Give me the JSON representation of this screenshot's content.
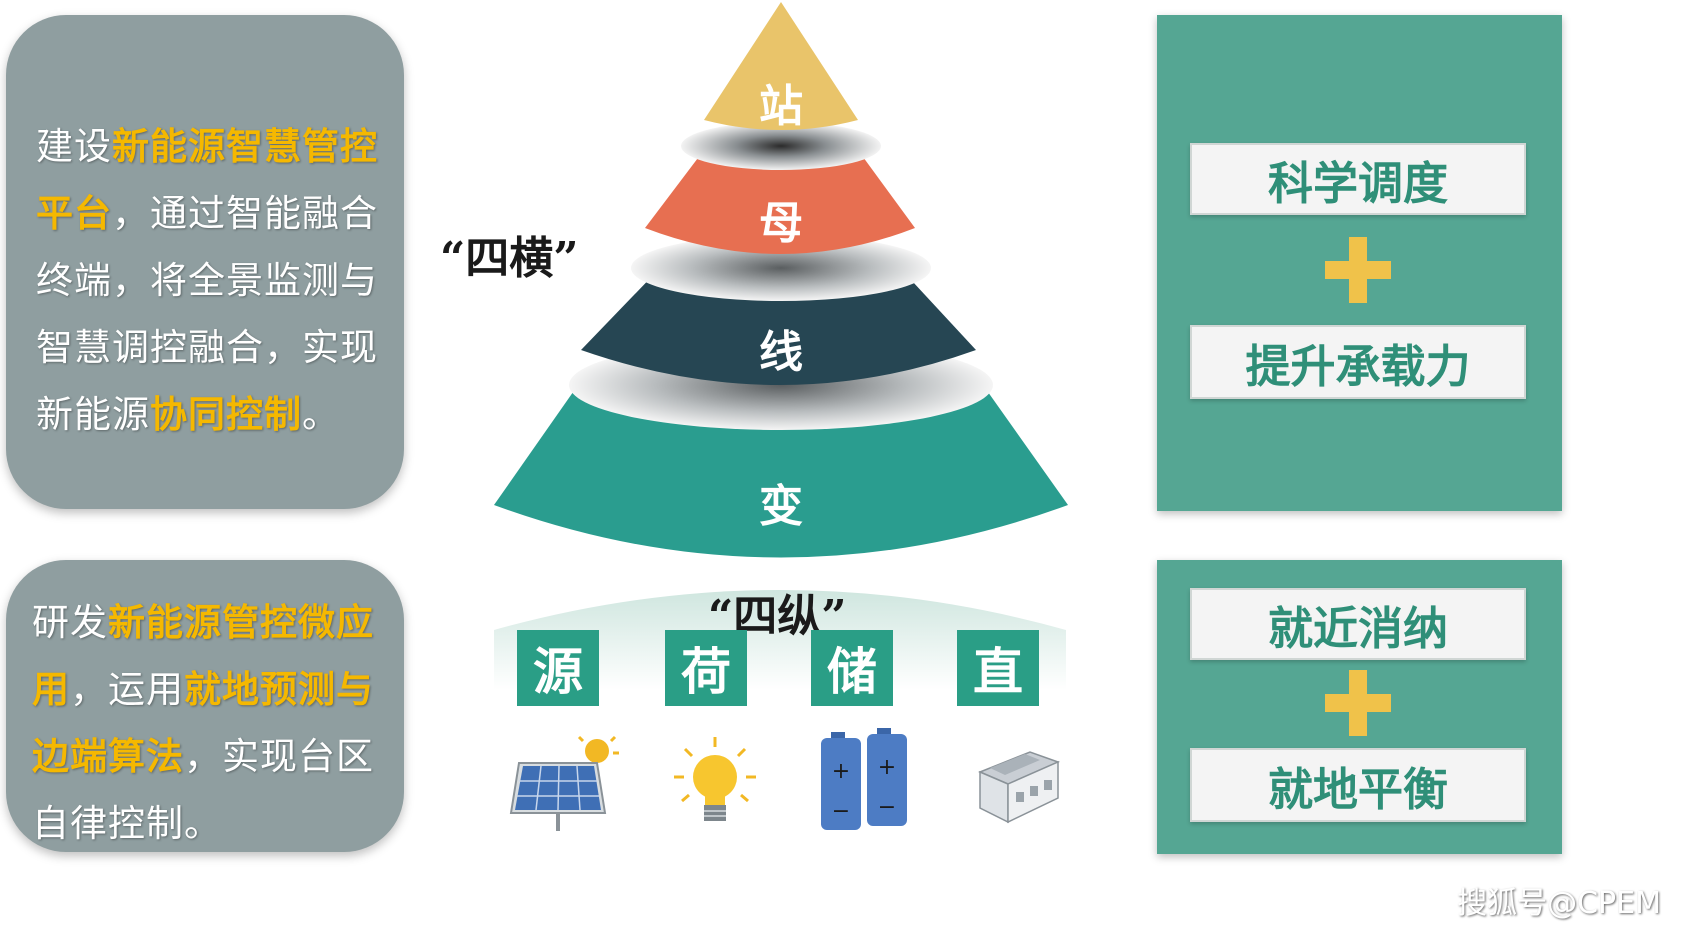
{
  "left_top": {
    "parts": [
      {
        "text": "建设",
        "highlight": false
      },
      {
        "text": "新能源智慧管控平台",
        "highlight": true
      },
      {
        "text": "，通过智能融合终端，将全景监测与智慧调控融合，实现新能源",
        "highlight": false
      },
      {
        "text": "协同控制",
        "highlight": true
      },
      {
        "text": "。",
        "highlight": false
      }
    ]
  },
  "left_bottom": {
    "parts": [
      {
        "text": "研发",
        "highlight": false
      },
      {
        "text": "新能源管控微应用",
        "highlight": true
      },
      {
        "text": "，运用",
        "highlight": false
      },
      {
        "text": "就地预测与边端算法",
        "highlight": true
      },
      {
        "text": "，实现台区自律控制。",
        "highlight": false
      }
    ]
  },
  "pyramid": {
    "label": "“四横”",
    "tiers": [
      "站",
      "母",
      "线",
      "变"
    ],
    "colors": [
      "#e9c46a",
      "#e76f51",
      "#264653",
      "#2a9d8f"
    ]
  },
  "vertical": {
    "label": "“四纵”",
    "items": [
      "源",
      "荷",
      "储",
      "直"
    ],
    "icons": [
      "solar-panel-icon",
      "light-bulb-icon",
      "battery-icon",
      "converter-device-icon"
    ]
  },
  "right_top": {
    "label1": "科学调度",
    "label2": "提升承载力"
  },
  "right_bottom": {
    "label1": "就近消纳",
    "label2": "就地平衡"
  },
  "watermark": "搜狐号@CPEM",
  "colors": {
    "highlight": "#f5b800",
    "panel_green": "#55a693",
    "box_gray": "#8f9ea0",
    "plus_yellow": "#f0c24a"
  }
}
